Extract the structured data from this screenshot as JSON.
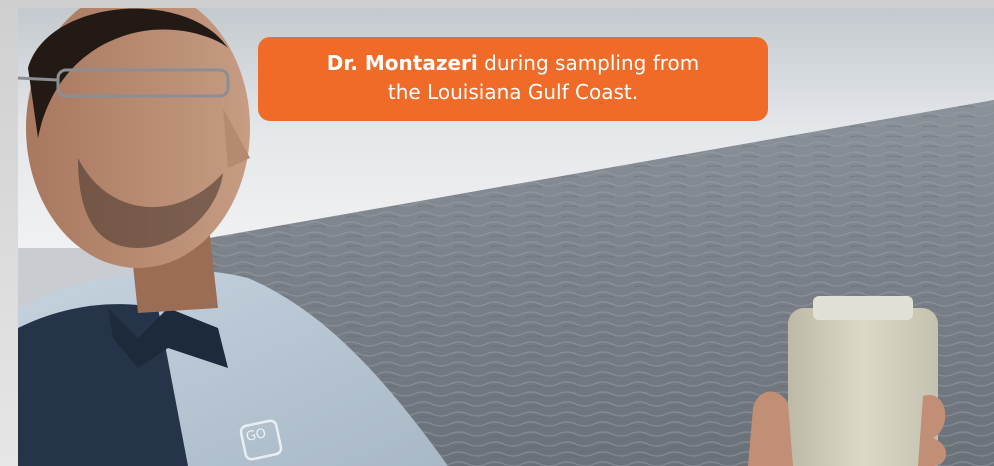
{
  "caption": {
    "name": "Dr. Montazeri",
    "line1_rest": " during sampling from",
    "line2": "the Louisiana Gulf Coast."
  },
  "photo": {
    "subject": "person-holding-sample-bottle",
    "background": "sea-water",
    "sleeve_logo_text": "GO"
  },
  "colors": {
    "caption_bg": "#f06a28",
    "caption_text": "#ffffff",
    "frame": "#d8d8d8"
  }
}
